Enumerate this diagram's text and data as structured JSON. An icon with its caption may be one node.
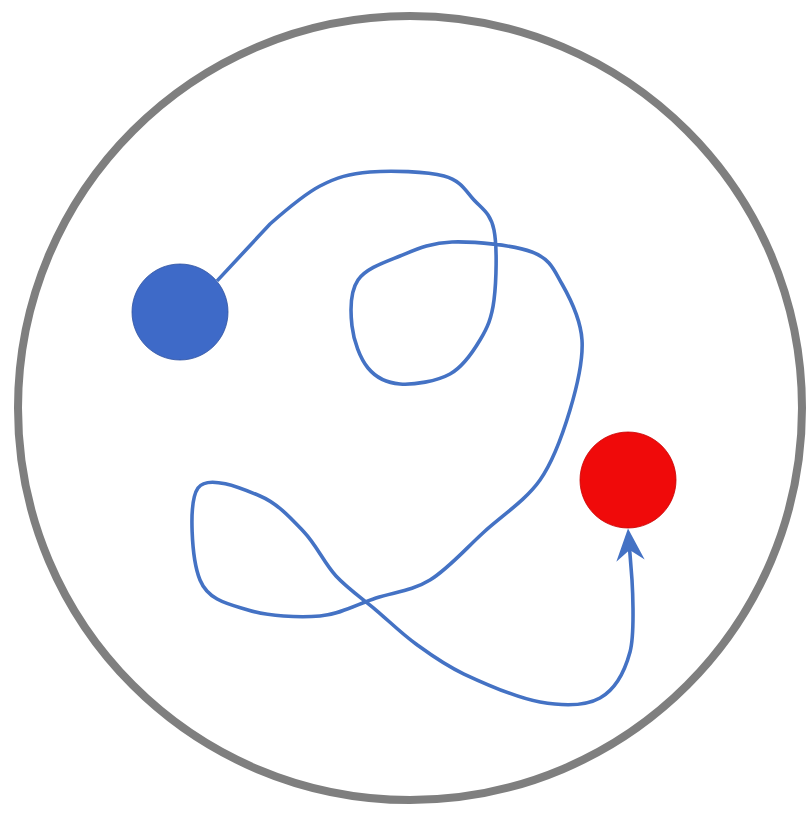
{
  "diagram": {
    "nodes": [
      {
        "text": [],
        "shape": "circle"
      },
      {
        "text": [],
        "shape": "circle"
      }
    ],
    "edges": [
      {
        "from": 0,
        "to": 1,
        "arrow": "to"
      }
    ]
  }
}
